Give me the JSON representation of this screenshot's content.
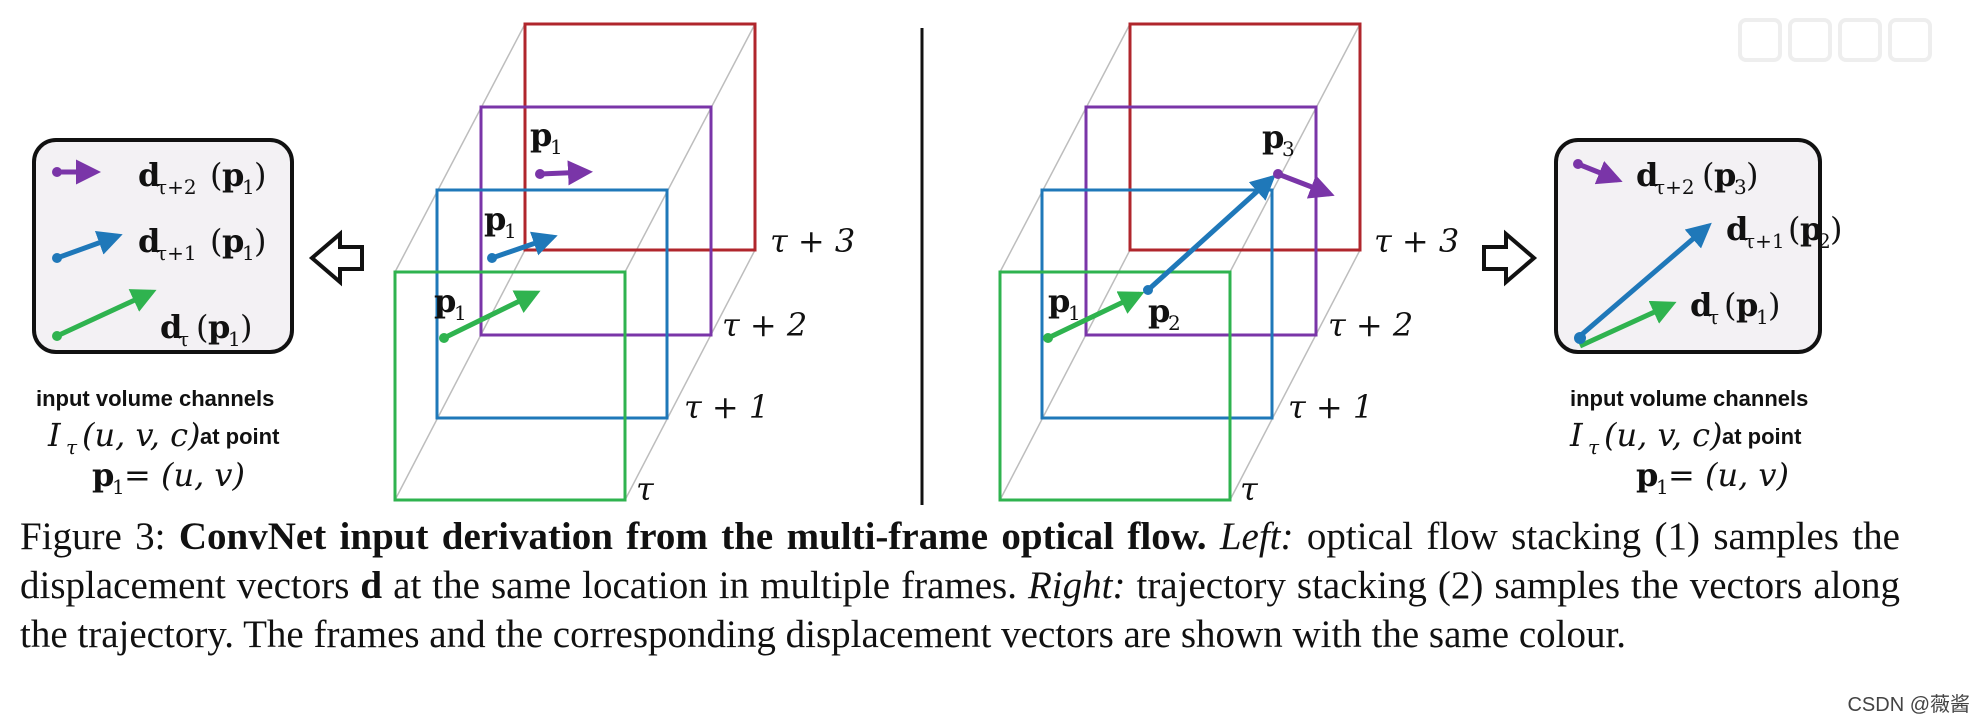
{
  "left_panel": {
    "legend_labels": [
      "d",
      "τ+2",
      "(p",
      "1",
      ")"
    ],
    "legend": {
      "row1": {
        "d_sub": "τ+2",
        "p_sub": "1"
      },
      "row2": {
        "d_sub": "τ+1",
        "p_sub": "1"
      },
      "row3": {
        "d_sub": "τ",
        "p_sub": "1"
      }
    },
    "caption_line1": "input volume channels",
    "caption_line2_math": "I",
    "caption_line2_sub": "τ",
    "caption_line2_args": "(u, v, c)",
    "caption_line2_tail": "at point",
    "caption_line3": "p",
    "caption_line3_sub": "1",
    "caption_line3_tail": " = (u, v)"
  },
  "frames": {
    "left": {
      "labels": [
        "τ + 3",
        "τ + 2",
        "τ + 1",
        "τ"
      ],
      "point_labels": [
        {
          "base": "p",
          "sub": "1"
        },
        {
          "base": "p",
          "sub": "1"
        },
        {
          "base": "p",
          "sub": "1"
        }
      ]
    },
    "right": {
      "labels": [
        "τ + 3",
        "τ + 2",
        "τ + 1",
        "τ"
      ],
      "point_labels": [
        {
          "base": "p",
          "sub": "1"
        },
        {
          "base": "p",
          "sub": "2"
        },
        {
          "base": "p",
          "sub": "3"
        }
      ]
    }
  },
  "right_panel": {
    "legend": {
      "row1": {
        "d_sub": "τ+2",
        "p_sub": "3"
      },
      "row2": {
        "d_sub": "τ+1",
        "p_sub": "2"
      },
      "row3": {
        "d_sub": "τ",
        "p_sub": "1"
      }
    },
    "caption_line1": "input volume channels",
    "caption_line2_math": "I",
    "caption_line2_sub": "τ",
    "caption_line2_args": "(u, v, c)",
    "caption_line2_tail": "at point",
    "caption_line3": "p",
    "caption_line3_sub": "1",
    "caption_line3_tail": " = (u, v)"
  },
  "colors": {
    "tau": "#2fb34f",
    "tau1": "#1f78b9",
    "tau2": "#7a35a8",
    "tau3": "#b0262c",
    "box_border": "#111111",
    "box_fill": "#f3f1f4"
  },
  "caption": {
    "prefix": "Figure 3: ",
    "bold": "ConvNet input derivation from the multi-frame optical flow.",
    "left_label": "Left:",
    "left_text": " optical flow stacking (1) samples the displacement vectors ",
    "d": "d",
    "left_text2": " at the same location in multiple frames. ",
    "right_label": "Right:",
    "right_text": " trajectory stacking (2) samples the vectors along the trajectory. The frames and the corresponding displacement vectors are shown with the same colour."
  },
  "watermark": {
    "csdn": "CSDN @薇酱"
  }
}
